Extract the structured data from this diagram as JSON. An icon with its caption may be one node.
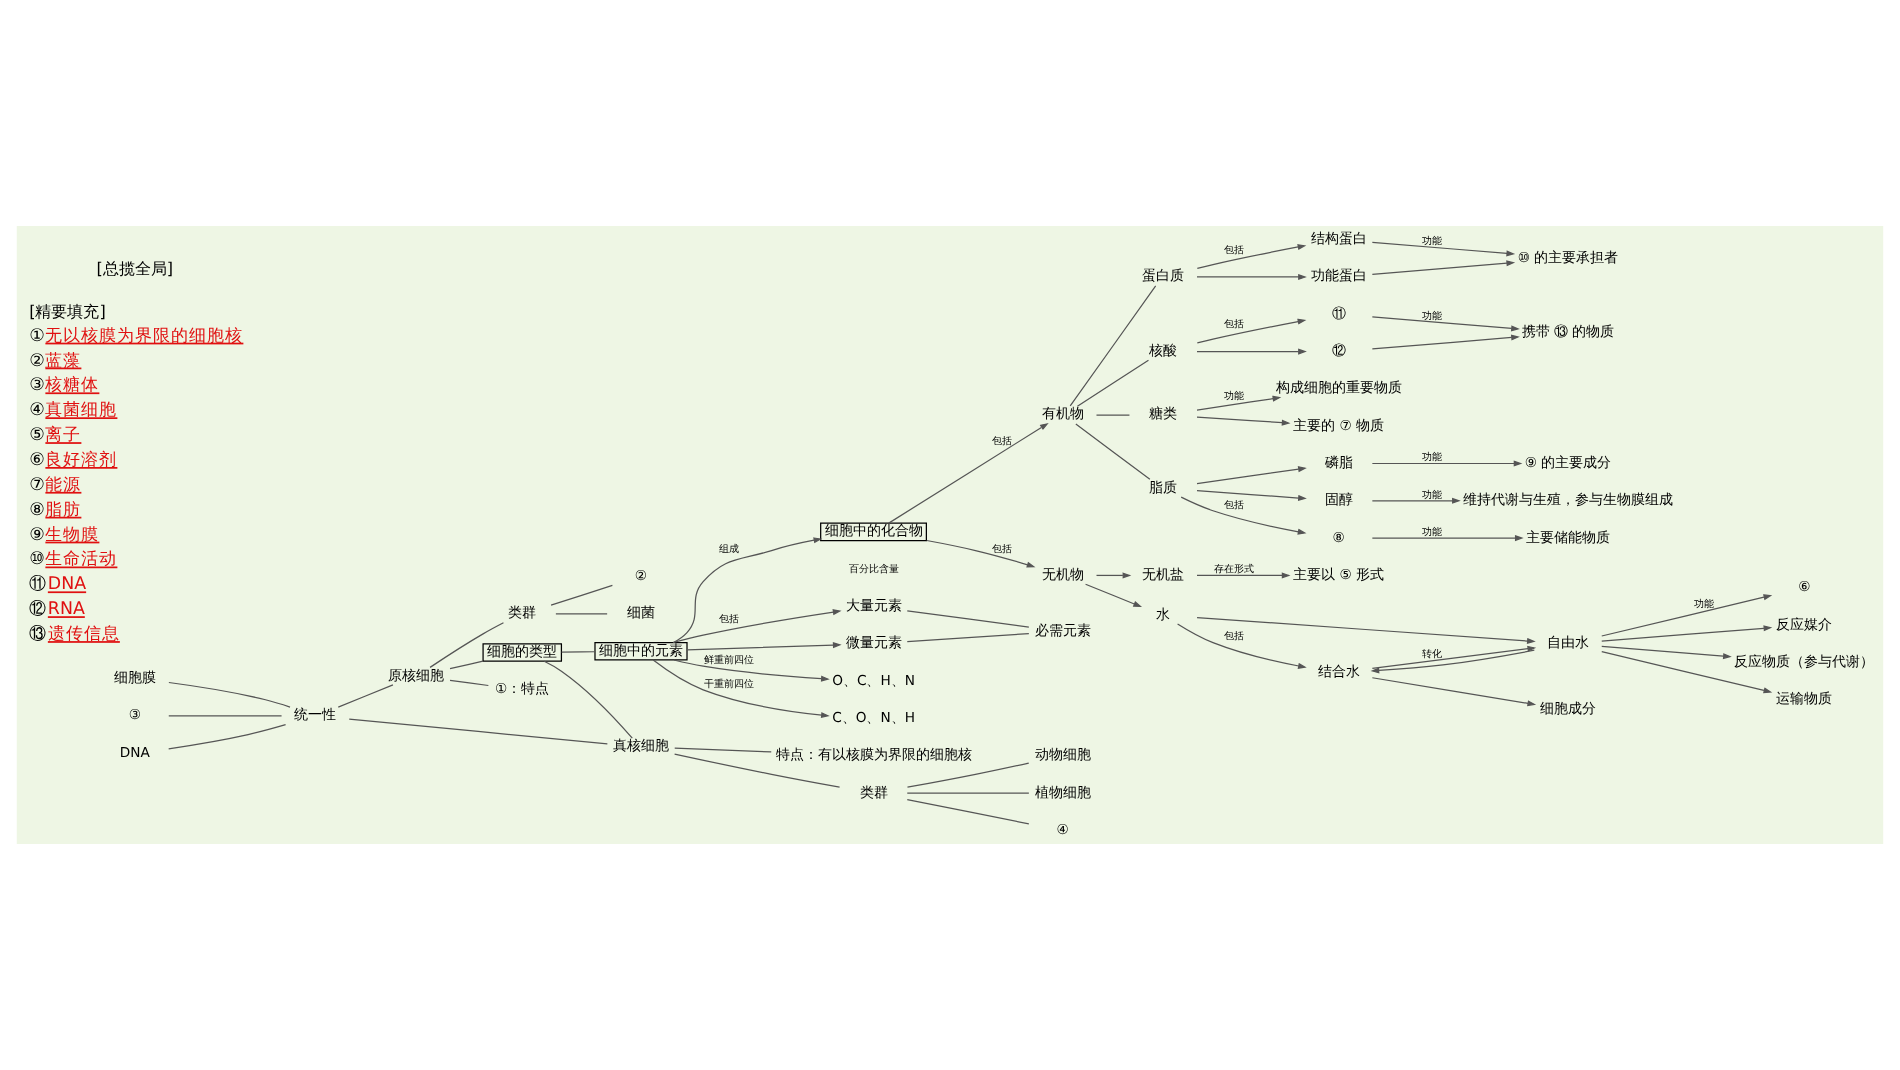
{
  "diagram": {
    "nodes": [
      {
        "text": [
          "细胞膜"
        ]
      },
      {
        "text": [
          "③"
        ]
      },
      {
        "text": [
          "DNA"
        ]
      },
      {
        "text": [
          "统一性"
        ]
      },
      {
        "text": [
          "细胞的类型"
        ]
      },
      {
        "text": [
          "原核细胞"
        ]
      },
      {
        "text": [
          "①：特点"
        ]
      },
      {
        "text": [
          "类群"
        ]
      },
      {
        "text": [
          "细菌"
        ]
      },
      {
        "text": [
          "②"
        ]
      },
      {
        "text": [
          "真核细胞"
        ]
      },
      {
        "text": [
          "特点：有以核膜为界限的细胞核"
        ]
      },
      {
        "text": [
          "类群"
        ]
      },
      {
        "text": [
          "动物细胞"
        ]
      },
      {
        "text": [
          "植物细胞"
        ]
      },
      {
        "text": [
          "④"
        ]
      },
      {
        "text": [
          "细胞中的元素"
        ]
      },
      {
        "text": [
          "大量元素"
        ]
      },
      {
        "text": [
          "微量元素"
        ]
      },
      {
        "text": [
          "必需元素"
        ]
      },
      {
        "text": [
          "O、C、H、N"
        ]
      },
      {
        "text": [
          "C、O、N、H"
        ]
      },
      {
        "text": [
          "细胞中的化合物"
        ]
      },
      {
        "text": [
          "无机物"
        ]
      },
      {
        "text": [
          "无机盐"
        ]
      },
      {
        "text": [
          "主要以 ⑤ 形式"
        ]
      },
      {
        "text": [
          "水"
        ]
      },
      {
        "text": [
          "结合水"
        ]
      },
      {
        "text": [
          "自由水"
        ]
      },
      {
        "text": [
          "细胞成分"
        ]
      },
      {
        "text": [
          "⑥"
        ]
      },
      {
        "text": [
          "反应媒介"
        ]
      },
      {
        "text": [
          "反应物质（参与代谢）"
        ]
      },
      {
        "text": [
          "运输物质"
        ]
      },
      {
        "text": [
          "有机物"
        ]
      },
      {
        "text": [
          "糖类"
        ]
      },
      {
        "text": [
          "构成细胞的重要物质"
        ]
      },
      {
        "text": [
          "主要的 ⑦ 物质"
        ]
      },
      {
        "text": [
          "脂质"
        ]
      },
      {
        "text": [
          "⑧"
        ]
      },
      {
        "text": [
          "磷脂"
        ]
      },
      {
        "text": [
          "固醇"
        ]
      },
      {
        "text": [
          "主要储能物质"
        ]
      },
      {
        "text": [
          "⑨ 的主要成分"
        ]
      },
      {
        "text": [
          "维持代谢与生殖，参与生物膜组成"
        ]
      },
      {
        "text": [
          "蛋白质"
        ]
      },
      {
        "text": [
          "结构蛋白"
        ]
      },
      {
        "text": [
          "功能蛋白"
        ]
      },
      {
        "text": [
          "⑩ 的主要承担者"
        ]
      },
      {
        "text": [
          "核酸"
        ]
      },
      {
        "text": [
          "⑪"
        ]
      },
      {
        "text": [
          "⑫"
        ]
      },
      {
        "text": [
          "携带 ⑬ 的物质"
        ]
      }
    ],
    "edges": [
      {
        "from": 0,
        "to": 3,
        "arrow": "none"
      },
      {
        "from": 1,
        "to": 3,
        "arrow": "none"
      },
      {
        "from": 2,
        "to": 3,
        "arrow": "none"
      },
      {
        "from": 3,
        "to": 5,
        "arrow": "none"
      },
      {
        "from": 3,
        "to": 10,
        "arrow": "none"
      },
      {
        "from": 5,
        "to": 4,
        "arrow": "none"
      },
      {
        "from": 4,
        "to": 10,
        "arrow": "none"
      },
      {
        "from": 5,
        "to": 6,
        "arrow": "none"
      },
      {
        "from": 5,
        "to": 7,
        "arrow": "none"
      },
      {
        "from": 7,
        "to": 8,
        "arrow": "none"
      },
      {
        "from": 7,
        "to": 9,
        "arrow": "none"
      },
      {
        "from": 10,
        "to": 11,
        "arrow": "none"
      },
      {
        "from": 10,
        "to": 12,
        "arrow": "none"
      },
      {
        "from": 12,
        "to": 13,
        "arrow": "none"
      },
      {
        "from": 12,
        "to": 14,
        "arrow": "none"
      },
      {
        "from": 12,
        "to": 15,
        "arrow": "none"
      },
      {
        "from": 4,
        "to": 16,
        "arrow": "none"
      },
      {
        "from": 16,
        "to": 17,
        "arrow": "to",
        "label": "包括"
      },
      {
        "from": 16,
        "to": 18,
        "arrow": "to"
      },
      {
        "from": 17,
        "to": 19,
        "arrow": "none"
      },
      {
        "from": 18,
        "to": 19,
        "arrow": "none"
      },
      {
        "from": 16,
        "to": 20,
        "arrow": "to",
        "label": "鲜重前四位"
      },
      {
        "from": 16,
        "to": 21,
        "arrow": "to",
        "label": "干重前四位"
      },
      {
        "from": 16,
        "to": 22,
        "arrow": "to",
        "label": "组成"
      },
      {
        "from": 22,
        "to": 23,
        "arrow": "to",
        "label": "包括"
      },
      {
        "from": 22,
        "to": 34,
        "arrow": "to",
        "label": "包括"
      },
      {
        "from": 23,
        "to": 24,
        "arrow": "to"
      },
      {
        "from": 23,
        "to": 26,
        "arrow": "to"
      },
      {
        "from": 24,
        "to": 25,
        "arrow": "to",
        "label": "存在形式"
      },
      {
        "from": 26,
        "to": 27,
        "arrow": "to",
        "label": "包括"
      },
      {
        "from": 26,
        "to": 28,
        "arrow": "to"
      },
      {
        "from": 27,
        "to": 29,
        "arrow": "to"
      },
      {
        "from": 27,
        "to": 28,
        "arrow": "to",
        "label": "转化"
      },
      {
        "from": 28,
        "to": 27,
        "arrow": "to"
      },
      {
        "from": 28,
        "to": 30,
        "arrow": "to",
        "label": "功能"
      },
      {
        "from": 28,
        "to": 31,
        "arrow": "to"
      },
      {
        "from": 28,
        "to": 32,
        "arrow": "to"
      },
      {
        "from": 28,
        "to": 33,
        "arrow": "to"
      },
      {
        "from": 34,
        "to": 35,
        "arrow": "none"
      },
      {
        "from": 34,
        "to": 38,
        "arrow": "none"
      },
      {
        "from": 34,
        "to": 45,
        "arrow": "none"
      },
      {
        "from": 34,
        "to": 49,
        "arrow": "none"
      },
      {
        "from": 35,
        "to": 36,
        "arrow": "to",
        "label": "功能"
      },
      {
        "from": 35,
        "to": 37,
        "arrow": "to"
      },
      {
        "from": 38,
        "to": 39,
        "arrow": "to",
        "label": "包括"
      },
      {
        "from": 38,
        "to": 40,
        "arrow": "to"
      },
      {
        "from": 38,
        "to": 41,
        "arrow": "to"
      },
      {
        "from": 39,
        "to": 42,
        "arrow": "to",
        "label": "功能"
      },
      {
        "from": 40,
        "to": 43,
        "arrow": "to",
        "label": "功能"
      },
      {
        "from": 41,
        "to": 44,
        "arrow": "to",
        "label": "功能"
      },
      {
        "from": 45,
        "to": 46,
        "arrow": "to",
        "label": "包括"
      },
      {
        "from": 45,
        "to": 47,
        "arrow": "to"
      },
      {
        "from": 46,
        "to": 48,
        "arrow": "to",
        "label": "功能"
      },
      {
        "from": 47,
        "to": 48,
        "arrow": "to"
      },
      {
        "from": 49,
        "to": 50,
        "arrow": "to",
        "label": "包括"
      },
      {
        "from": 49,
        "to": 51,
        "arrow": "to"
      },
      {
        "from": 50,
        "to": 52,
        "arrow": "to",
        "label": "功能"
      },
      {
        "from": 51,
        "to": 52,
        "arrow": "to"
      }
    ],
    "labels": [
      "[总揽全局]",
      "[精要填充]",
      "百分比含量",
      "①",
      "无以核膜为界限的细胞核",
      "②",
      "蓝藻",
      "③",
      "核糖体",
      "④",
      "真菌细胞",
      "⑤",
      "离子",
      "⑥",
      "良好溶剂",
      "⑦",
      "能源",
      "⑧",
      "脂肪",
      "⑨",
      "生物膜",
      "⑩",
      "生命活动",
      "⑪",
      "DNA",
      "⑫",
      "RNA",
      "⑬",
      "遗传信息"
    ]
  }
}
